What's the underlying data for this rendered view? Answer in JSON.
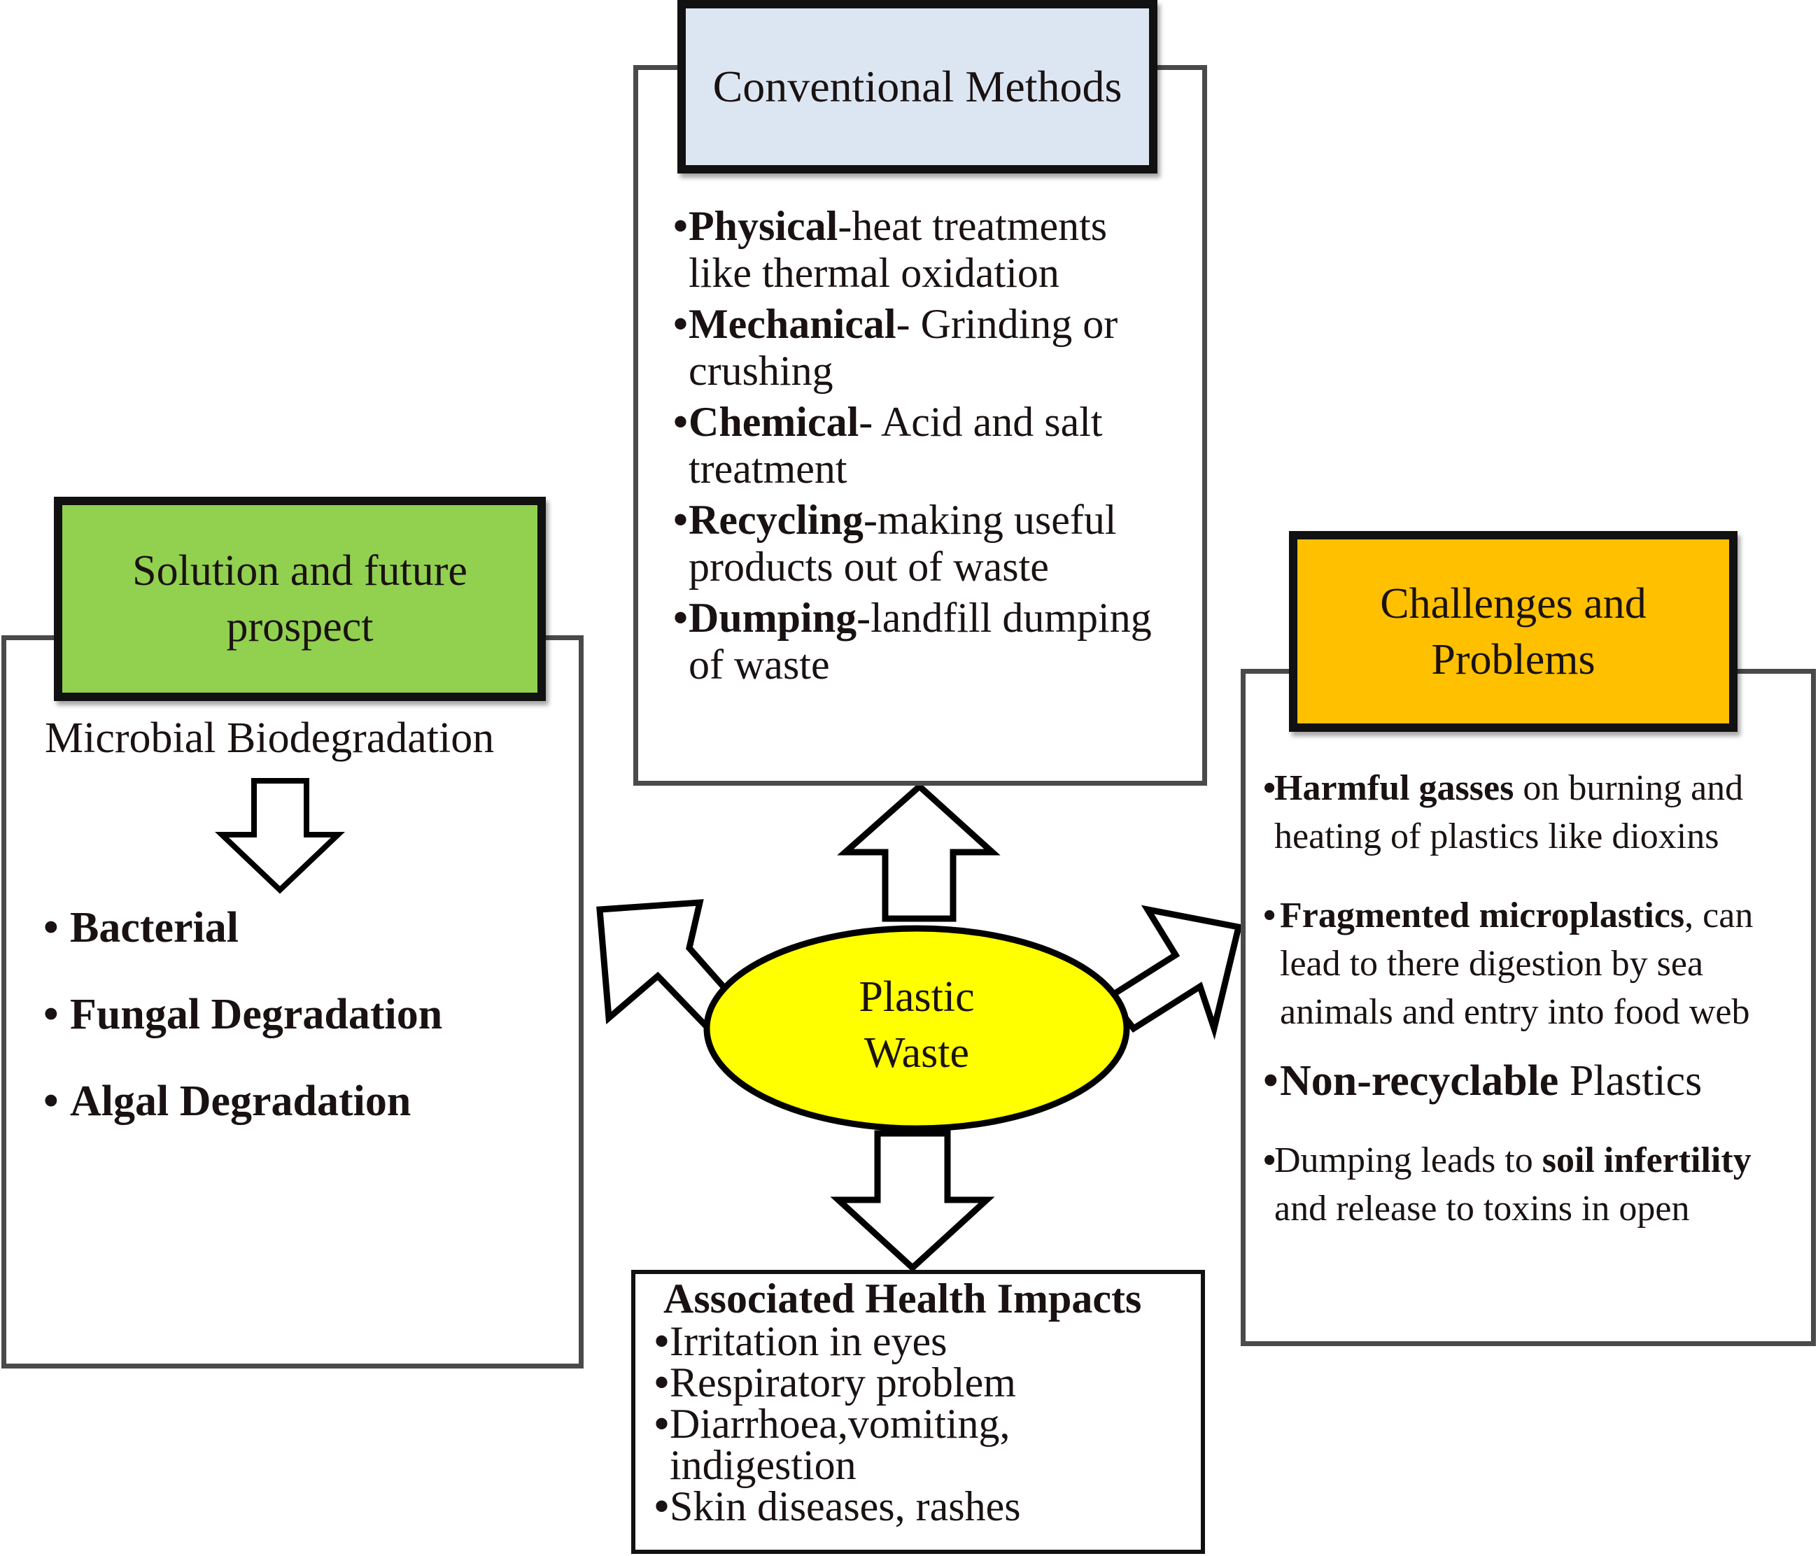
{
  "colors": {
    "conventional_header": "#dce6f2",
    "solution_header": "#92d050",
    "challenges_header": "#ffc000",
    "center_ellipse": "#ffff00",
    "frame_border": "#4a4a4a",
    "text": "#1a1212"
  },
  "center": {
    "line1": "Plastic",
    "line2": "Waste"
  },
  "conventional": {
    "title": "Conventional Methods",
    "items": [
      {
        "bold": "Physical",
        "text": "-heat treatments like thermal oxidation"
      },
      {
        "bold": "Mechanical",
        "text": "- Grinding or crushing"
      },
      {
        "bold": "Chemical",
        "text": "- Acid and salt treatment"
      },
      {
        "bold": "Recycling",
        "text": "-making useful products out of waste"
      },
      {
        "bold": "Dumping",
        "text": "-landfill dumping of waste"
      }
    ]
  },
  "solution": {
    "title_line1": "Solution and future",
    "title_line2": "prospect",
    "subtitle": "Microbial Biodegradation",
    "items": [
      "Bacterial",
      "Fungal Degradation",
      "Algal Degradation"
    ]
  },
  "challenges": {
    "title_line1": "Challenges and",
    "title_line2": "Problems",
    "items": [
      {
        "pre": "",
        "bold": "Harmful gasses",
        "post": " on burning and heating of plastics like dioxins"
      },
      {
        "pre": "",
        "bold": "Fragmented microplastics",
        "post": ", can lead to there digestion by sea animals and entry into food web"
      },
      {
        "pre": "",
        "bold": "Non-recyclable",
        "post": " Plastics"
      },
      {
        "pre": "Dumping leads to ",
        "bold": "soil infertility",
        "post": " and release to toxins in open"
      }
    ]
  },
  "health": {
    "title": "Associated Health Impacts",
    "items": [
      "Irritation in eyes",
      "Respiratory problem",
      "Diarrhoea,vomiting, indigestion",
      "Skin diseases, rashes"
    ]
  },
  "bullet": "•"
}
